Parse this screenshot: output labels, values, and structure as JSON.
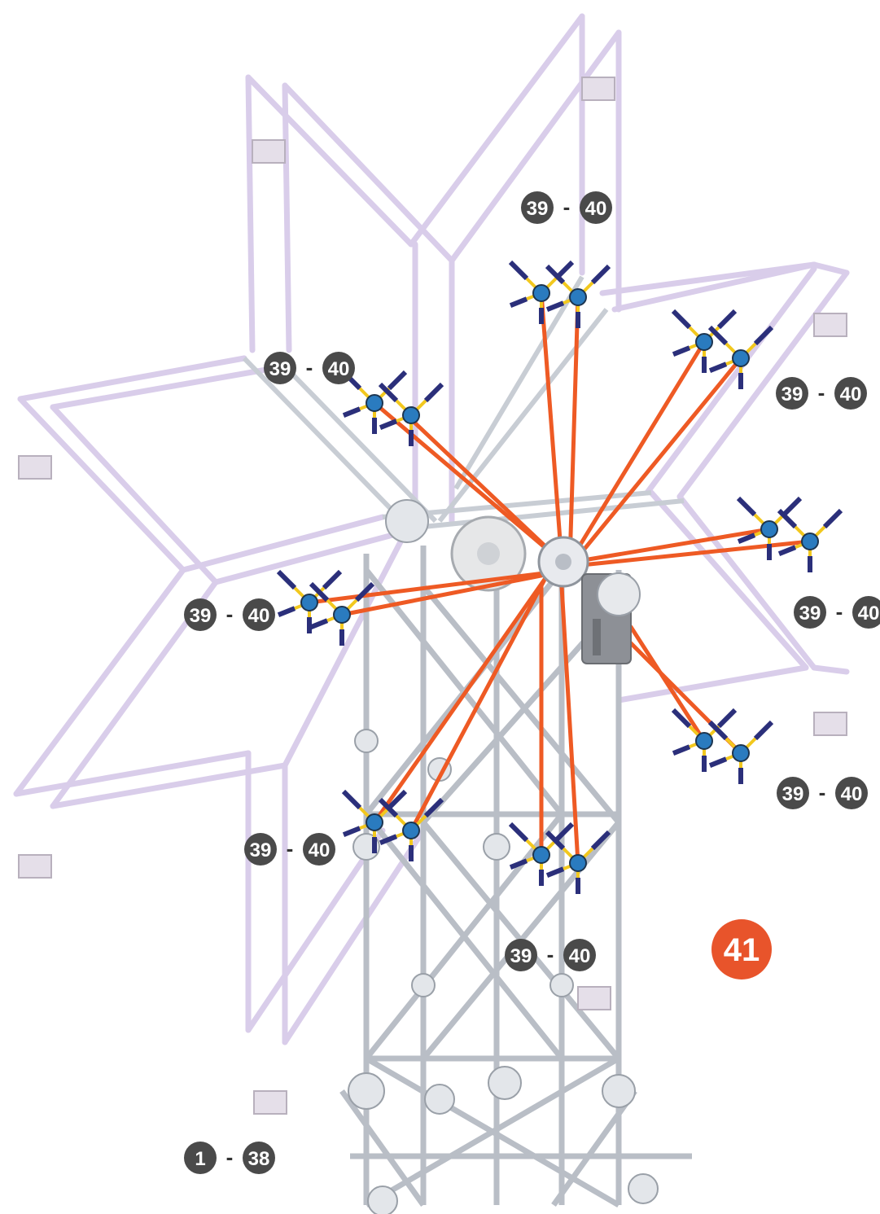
{
  "step": {
    "number": "41",
    "color": "#e8542b"
  },
  "range_labels": [
    {
      "from": "39",
      "to": "40"
    },
    {
      "from": "39",
      "to": "40"
    },
    {
      "from": "39",
      "to": "40"
    },
    {
      "from": "39",
      "to": "40"
    },
    {
      "from": "39",
      "to": "40"
    },
    {
      "from": "39",
      "to": "40"
    },
    {
      "from": "39",
      "to": "40"
    },
    {
      "from": "39",
      "to": "40"
    },
    {
      "from": "1",
      "to": "38"
    }
  ],
  "separator": "-",
  "colors": {
    "badge": "#4a4a4a",
    "rod_orange": "#ee5a24",
    "rod_lavender": "#d9cdea",
    "rod_grey": "#c8cdd4",
    "connector_blue": "#2a7bbf",
    "connector_yellow": "#f2c81e",
    "connector_navy": "#2b2f7a",
    "tower_grey": "#b9bec6",
    "motor_grey": "#8d9096"
  }
}
